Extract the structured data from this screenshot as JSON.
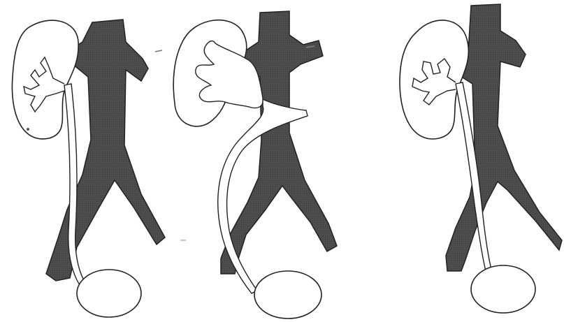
{
  "colors": {
    "background": "#ffffff",
    "vessel_fill": "#4a4a4a",
    "outline": "#1a1a1a",
    "organ_fill": "#ffffff"
  },
  "panels": [
    {
      "id": "panel-1",
      "variant": "ureter-descending-lateral-to-vein"
    },
    {
      "id": "panel-2",
      "variant": "ureter-crossing-anterior-to-vein"
    },
    {
      "id": "panel-3",
      "variant": "ureter-descending-medial-behind-vein"
    }
  ]
}
